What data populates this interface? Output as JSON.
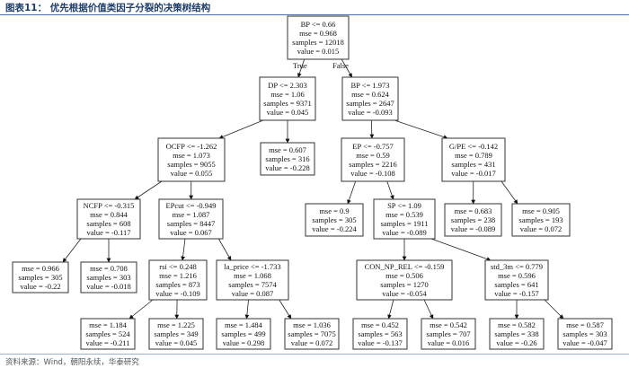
{
  "header": {
    "title": "图表11：  优先根据价值类因子分裂的决策树结构"
  },
  "footer": {
    "source": "资料来源：Wind，朝阳永续，华泰研究"
  },
  "tree": {
    "edge_labels": {
      "true": "True",
      "false": "False"
    },
    "nodes": [
      {
        "id": "n0",
        "split": "BP <= 0.66",
        "mse": "mse = 0.968",
        "samples": "samples = 12018",
        "value": "value = 0.015"
      },
      {
        "id": "n1",
        "split": "DP <= 2.303",
        "mse": "mse = 1.06",
        "samples": "samples = 9371",
        "value": "value = 0.045"
      },
      {
        "id": "n2",
        "split": "BP <= 1.973",
        "mse": "mse = 0.624",
        "samples": "samples = 2647",
        "value": "value = -0.093"
      },
      {
        "id": "n3",
        "split": "OCFP <= -1.262",
        "mse": "mse = 1.073",
        "samples": "samples = 9055",
        "value": "value = 0.055"
      },
      {
        "id": "n4",
        "split": null,
        "mse": "mse = 0.607",
        "samples": "samples = 316",
        "value": "value = -0.228"
      },
      {
        "id": "n5",
        "split": "EP <= -0.757",
        "mse": "mse = 0.59",
        "samples": "samples = 2216",
        "value": "value = -0.108"
      },
      {
        "id": "n6",
        "split": "G/PE <= -0.142",
        "mse": "mse = 0.789",
        "samples": "samples = 431",
        "value": "value = -0.017"
      },
      {
        "id": "n7",
        "split": "NCFP <= -0.315",
        "mse": "mse = 0.844",
        "samples": "samples = 608",
        "value": "value = -0.117"
      },
      {
        "id": "n8",
        "split": "EPcut <= -0.949",
        "mse": "mse = 1.087",
        "samples": "samples = 8447",
        "value": "value = 0.067"
      },
      {
        "id": "n9",
        "split": null,
        "mse": "mse = 0.9",
        "samples": "samples = 305",
        "value": "value = -0.224"
      },
      {
        "id": "n10",
        "split": "SP <= 1.09",
        "mse": "mse = 0.539",
        "samples": "samples = 1911",
        "value": "value = -0.089"
      },
      {
        "id": "n11",
        "split": null,
        "mse": "mse = 0.683",
        "samples": "samples = 238",
        "value": "value = -0.089"
      },
      {
        "id": "n12",
        "split": null,
        "mse": "mse = 0.905",
        "samples": "samples = 193",
        "value": "value = 0.072"
      },
      {
        "id": "n13",
        "split": null,
        "mse": "mse = 0.966",
        "samples": "samples = 305",
        "value": "value = -0.22"
      },
      {
        "id": "n14",
        "split": null,
        "mse": "mse = 0.708",
        "samples": "samples = 303",
        "value": "value = -0.018"
      },
      {
        "id": "n15",
        "split": "rsi <= 0.248",
        "mse": "mse = 1.216",
        "samples": "samples = 873",
        "value": "value = -0.109"
      },
      {
        "id": "n16",
        "split": "la_price <= -1.733",
        "mse": "mse = 1.068",
        "samples": "samples = 7574",
        "value": "value = 0.087"
      },
      {
        "id": "n17",
        "split": "CON_NP_REL <= -0.159",
        "mse": "mse = 0.506",
        "samples": "samples = 1270",
        "value": "value = -0.054"
      },
      {
        "id": "n18",
        "split": "std_3m <= 0.779",
        "mse": "mse = 0.596",
        "samples": "samples = 641",
        "value": "value = -0.157"
      },
      {
        "id": "n19",
        "split": null,
        "mse": "mse = 1.184",
        "samples": "samples = 524",
        "value": "value = -0.211"
      },
      {
        "id": "n20",
        "split": null,
        "mse": "mse = 1.225",
        "samples": "samples = 349",
        "value": "value = 0.045"
      },
      {
        "id": "n21",
        "split": null,
        "mse": "mse = 1.484",
        "samples": "samples = 499",
        "value": "value = 0.298"
      },
      {
        "id": "n22",
        "split": null,
        "mse": "mse = 1.036",
        "samples": "samples = 7075",
        "value": "value = 0.072"
      },
      {
        "id": "n23",
        "split": null,
        "mse": "mse = 0.452",
        "samples": "samples = 563",
        "value": "value = -0.137"
      },
      {
        "id": "n24",
        "split": null,
        "mse": "mse = 0.542",
        "samples": "samples = 707",
        "value": "value = 0.016"
      },
      {
        "id": "n25",
        "split": null,
        "mse": "mse = 0.582",
        "samples": "samples = 338",
        "value": "value = -0.26"
      },
      {
        "id": "n26",
        "split": null,
        "mse": "mse = 0.587",
        "samples": "samples = 303",
        "value": "value = -0.047"
      }
    ],
    "edges": [
      [
        "n0",
        "n1"
      ],
      [
        "n0",
        "n2"
      ],
      [
        "n1",
        "n3"
      ],
      [
        "n1",
        "n4"
      ],
      [
        "n2",
        "n5"
      ],
      [
        "n2",
        "n6"
      ],
      [
        "n3",
        "n7"
      ],
      [
        "n3",
        "n8"
      ],
      [
        "n5",
        "n9"
      ],
      [
        "n5",
        "n10"
      ],
      [
        "n6",
        "n11"
      ],
      [
        "n6",
        "n12"
      ],
      [
        "n7",
        "n13"
      ],
      [
        "n7",
        "n14"
      ],
      [
        "n8",
        "n15"
      ],
      [
        "n8",
        "n16"
      ],
      [
        "n10",
        "n17"
      ],
      [
        "n10",
        "n18"
      ],
      [
        "n15",
        "n19"
      ],
      [
        "n15",
        "n20"
      ],
      [
        "n16",
        "n21"
      ],
      [
        "n16",
        "n22"
      ],
      [
        "n17",
        "n23"
      ],
      [
        "n17",
        "n24"
      ],
      [
        "n18",
        "n25"
      ],
      [
        "n18",
        "n26"
      ]
    ]
  }
}
